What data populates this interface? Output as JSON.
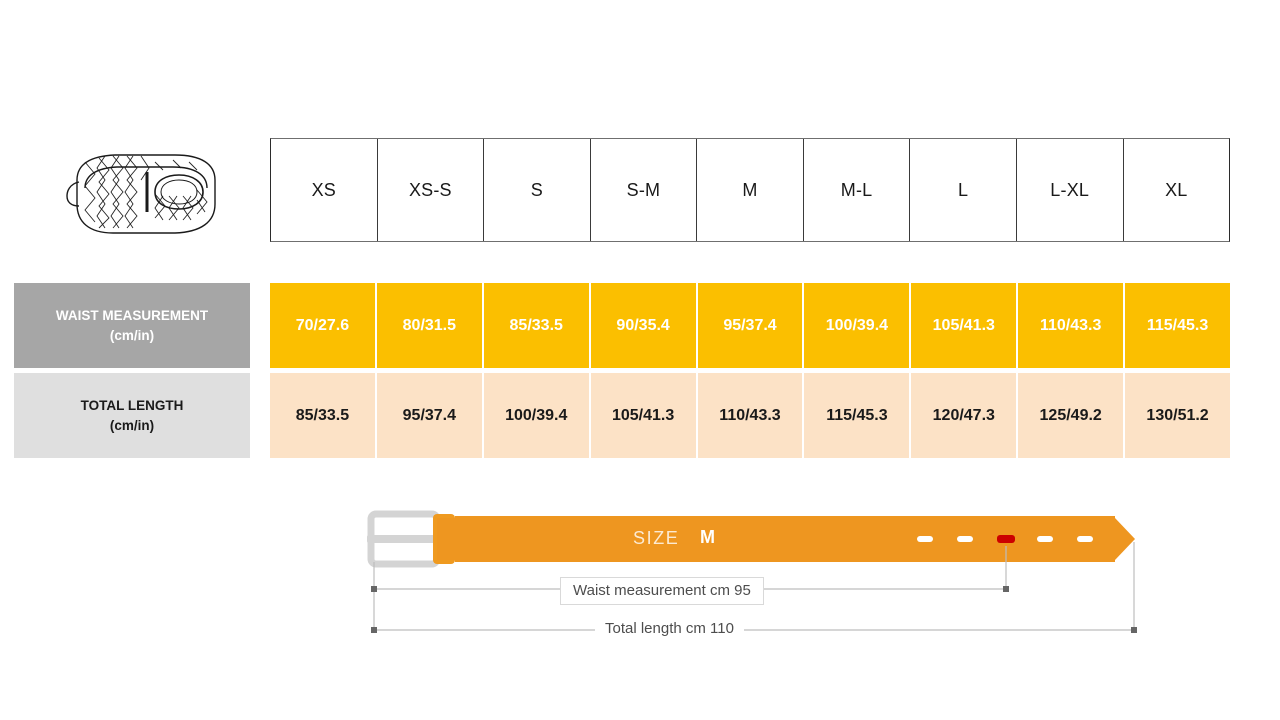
{
  "product": {
    "illustration_name": "braided-belt-coiled"
  },
  "table": {
    "size_headers": [
      "XS",
      "XS-S",
      "S",
      "S-M",
      "M",
      "M-L",
      "L",
      "L-XL",
      "XL"
    ],
    "rows": [
      {
        "label_line1": "WAIST MEASUREMENT",
        "label_line2": "(cm/in)",
        "values": [
          "70/27.6",
          "80/31.5",
          "85/33.5",
          "90/35.4",
          "95/37.4",
          "100/39.4",
          "105/41.3",
          "110/43.3",
          "115/45.3"
        ]
      },
      {
        "label_line1": "TOTAL LENGTH",
        "label_line2": "(cm/in)",
        "values": [
          "85/33.5",
          "95/37.4",
          "100/39.4",
          "105/41.3",
          "110/43.3",
          "115/45.3",
          "120/47.3",
          "125/49.2",
          "130/51.2"
        ]
      }
    ]
  },
  "diagram": {
    "size_prefix": "SIZE",
    "size_value": "M",
    "waist_dimension": "Waist measurement cm 95",
    "total_dimension": "Total length cm 110",
    "holes_count": 5,
    "active_hole_index": 2
  },
  "colors": {
    "amber": "#fbbf00",
    "peach": "#fce2c6",
    "label_gray_dark": "#a6a6a6",
    "label_gray_light": "#dfdfdf",
    "belt_orange": "#ed9121",
    "buckle_gray": "#dcdcdc",
    "active_hole_red": "#cc0000",
    "dimension_line": "#bfbfbf"
  }
}
